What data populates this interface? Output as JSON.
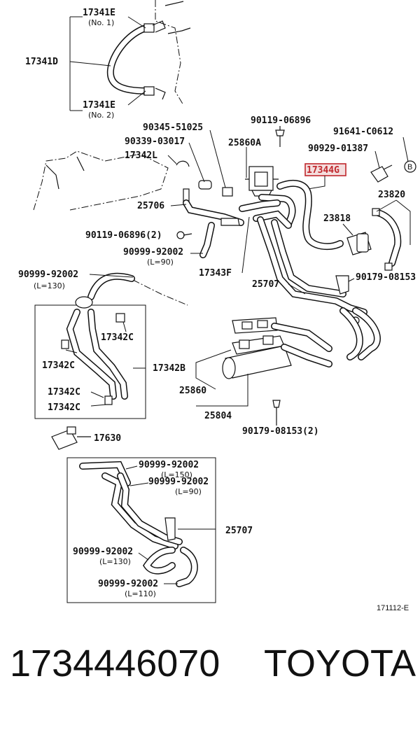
{
  "labels": {
    "p17341E_no1": "17341E",
    "p17341E_no1_sub": "(No. 1)",
    "p17341D": "17341D",
    "p17341E_no2": "17341E",
    "p17341E_no2_sub": "(No. 2)",
    "p90345": "90345-51025",
    "p90339": "90339-03017",
    "p17342L": "17342L",
    "p25860A": "25860A",
    "p90119_top": "90119-06896",
    "p91641": "91641-C0612",
    "p90929": "90929-01387",
    "p17344G": "17344G",
    "p25706": "25706",
    "p23820": "23820",
    "p23818": "23818",
    "p90119_2": "90119-06896(2)",
    "p90999_l90": "90999-92002",
    "p90999_l90_sub": "(L=90)",
    "p17343F": "17343F",
    "p90999_l130": "90999-92002",
    "p90999_l130_sub": "(L=130)",
    "p25707_mid": "25707",
    "p90179_right": "90179-08153",
    "p17342C_1": "17342C",
    "p17342C_2": "17342C",
    "p17342B": "17342B",
    "p17342C_3": "17342C",
    "p17342C_4": "17342C",
    "p25860": "25860",
    "p25804": "25804",
    "p90179_2": "90179-08153(2)",
    "p17630": "17630",
    "box_90999_l150": "90999-92002",
    "box_90999_l150_sub": "(L=150)",
    "box_90999_l90": "90999-92002",
    "box_90999_l90_sub": "(L=90)",
    "box_25707": "25707",
    "box_90999_l130": "90999-92002",
    "box_90999_l130_sub": "(L=130)",
    "box_90999_l110": "90999-92002",
    "box_90999_l110_sub": "(L=110)",
    "callout_b": "B",
    "figure_code": "171112-E"
  },
  "footer": {
    "part_number": "1734446070",
    "brand": "TOYOTA"
  },
  "colors": {
    "highlight_border": "#c0282d",
    "highlight_fill": "#f4dede",
    "ink": "#111111"
  }
}
